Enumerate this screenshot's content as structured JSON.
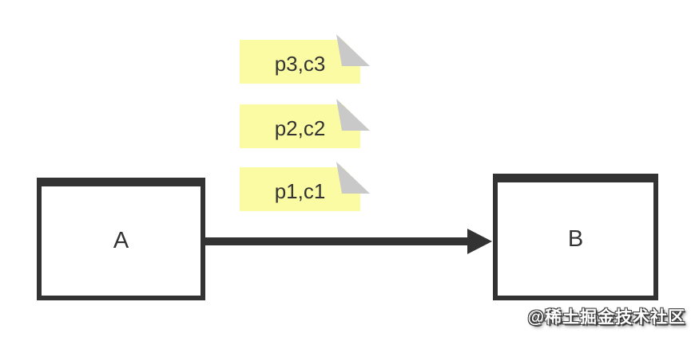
{
  "nodes": {
    "a": {
      "label": "A"
    },
    "b": {
      "label": "B"
    }
  },
  "edge": {
    "from": "A",
    "to": "B",
    "style": "thick-solid-arrow"
  },
  "notes": [
    {
      "label": "p3,c3"
    },
    {
      "label": "p2,c2"
    },
    {
      "label": "p1,c1"
    }
  ],
  "watermark": {
    "text": "@稀土掘金技术社区"
  },
  "colors": {
    "background": "#ffffff",
    "stroke": "#333333",
    "node_fill": "#ffffff",
    "note_fill": "#fbfba3",
    "note_border": "#ffffff",
    "note_fold": "#c9c9c9",
    "watermark_text": "#ffffff"
  }
}
